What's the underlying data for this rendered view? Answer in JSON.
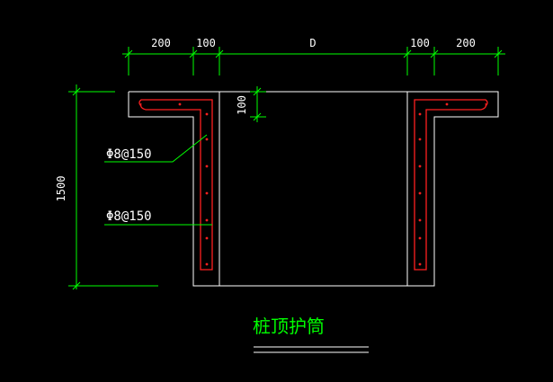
{
  "dimensions": {
    "top": [
      "200",
      "100",
      "D",
      "100",
      "200"
    ],
    "height": "1500",
    "flange_thickness": "100"
  },
  "rebar_labels": [
    "Φ8@150",
    "Φ8@150"
  ],
  "title": "桩顶护筒",
  "colors": {
    "background": "#000000",
    "outline": "#ffffff",
    "dimension": "#00ff00",
    "rebar": "#ff2020",
    "leader": "#00ff00",
    "title": "#00ff00"
  }
}
